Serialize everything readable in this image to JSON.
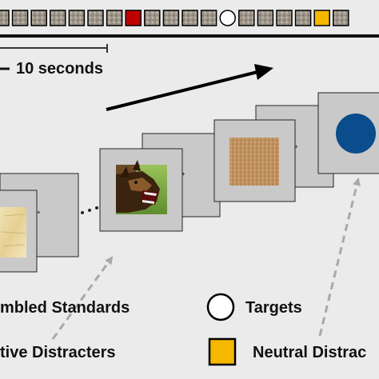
{
  "timeline": {
    "sequence": [
      "standard",
      "standard",
      "standard",
      "standard",
      "standard",
      "standard",
      "standard",
      "negative",
      "standard",
      "standard",
      "standard",
      "standard",
      "target",
      "standard",
      "standard",
      "standard",
      "standard",
      "neutral",
      "standard"
    ],
    "interval_label": "10 seconds"
  },
  "frames": [
    {
      "id": "frame-1",
      "stimulus": "scrambled-texture"
    },
    {
      "id": "frame-2",
      "stimulus": "dog-photo"
    },
    {
      "id": "frame-3",
      "stimulus": "scrambled-texture"
    },
    {
      "id": "frame-4",
      "stimulus": "target-circle"
    }
  ],
  "fixation_symbol": "+",
  "ellipsis": "• • •",
  "legend": {
    "standards": "mbled Standards",
    "targets": "Targets",
    "negative": "tive Distracters",
    "neutral": "Neutral Distrac"
  },
  "colors": {
    "negative_marker": "#c00000",
    "target_circle": "#0a4c8c",
    "neutral": "#f5b800",
    "frame": "#c9c9c9",
    "texture_tan": "#c49a66",
    "texture_pale": "#e9d8a6"
  }
}
